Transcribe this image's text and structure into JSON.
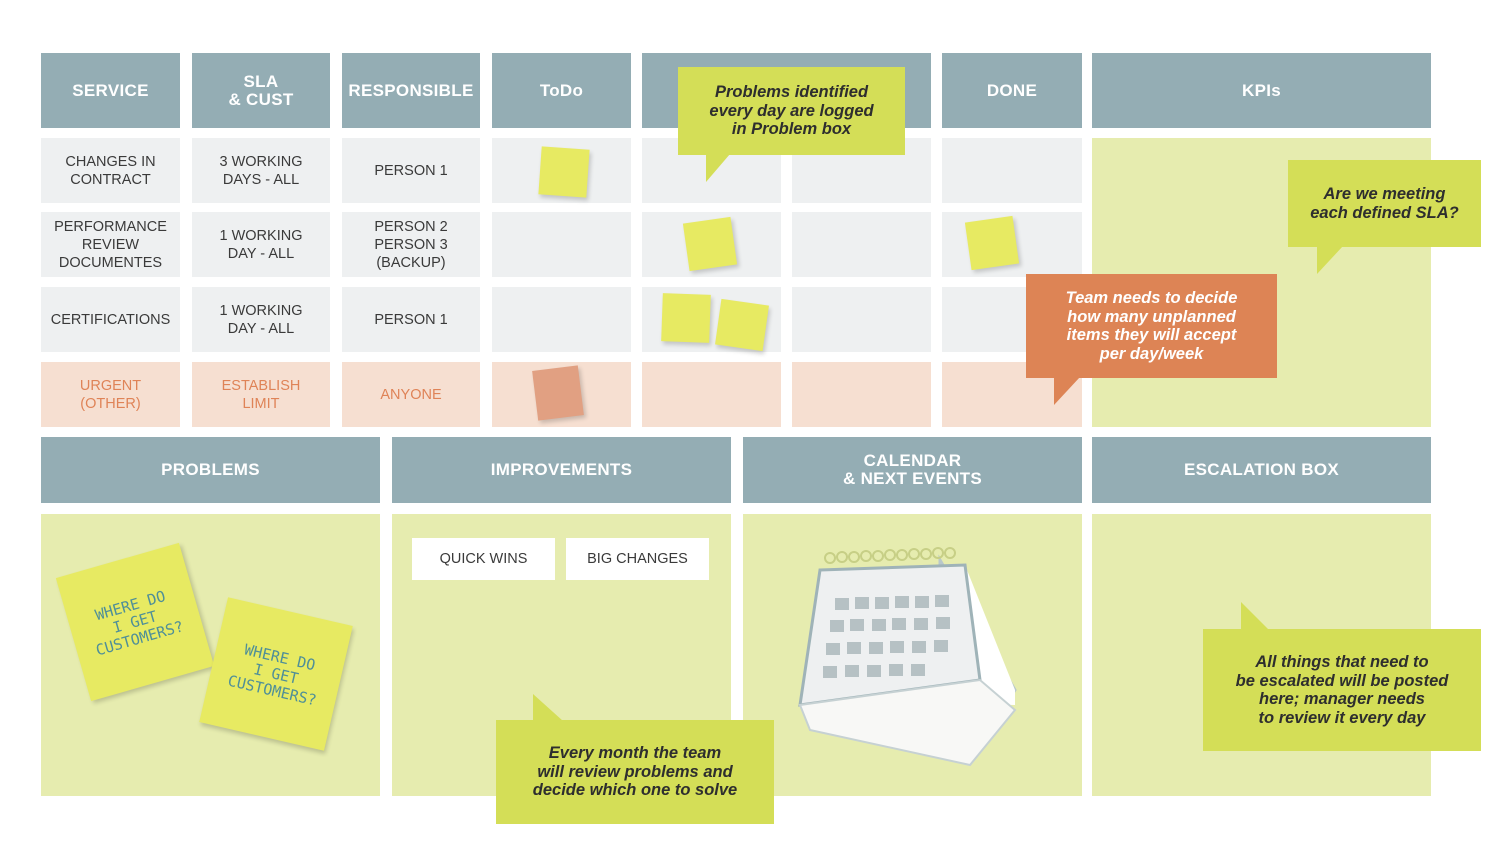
{
  "headers": {
    "service": "SERVICE",
    "sla": "SLA\n& CUST",
    "responsible": "RESPONSIBLE",
    "todo": "ToDo",
    "done": "DONE",
    "kpis": "KPIs"
  },
  "rows": [
    {
      "service": "CHANGES IN\nCONTRACT",
      "sla": "3 WORKING\nDAYS - ALL",
      "responsible": "PERSON 1"
    },
    {
      "service": "PERFORMANCE\nREVIEW\nDOCUMENTES",
      "sla": "1 WORKING\nDAY - ALL",
      "responsible": "PERSON 2\nPERSON 3\n(BACKUP)"
    },
    {
      "service": "CERTIFICATIONS",
      "sla": "1 WORKING\nDAY - ALL",
      "responsible": "PERSON 1"
    },
    {
      "service": "URGENT\n(OTHER)",
      "sla": "ESTABLISH\nLIMIT",
      "responsible": "ANYONE"
    }
  ],
  "sections": {
    "problems": "PROBLEMS",
    "improvements": "IMPROVEMENTS",
    "calendar": "CALENDAR\n& NEXT EVENTS",
    "escalation": "ESCALATION BOX"
  },
  "improvements": {
    "quick_wins": "QUICK WINS",
    "big_changes": "BIG CHANGES"
  },
  "sticky_notes": {
    "problem_1": "WHERE DO\nI GET\nCUSTOMERS?",
    "problem_2": "WHERE DO\nI GET\nCUSTOMERS?"
  },
  "callouts": {
    "problems_logged": "Problems identified\nevery day are logged\nin Problem box",
    "sla_question": "Are we meeting\neach defined SLA?",
    "unplanned": "Team needs to decide\nhow many unplanned\nitems they will accept\nper day/week",
    "monthly_review": "Every month the team\nwill review problems and\ndecide which one to solve",
    "escalation": "All things that need to\nbe escalated will be posted\nhere; manager needs\nto review it every day"
  },
  "colors": {
    "header": "#94adb4",
    "cell": "#eef0f1",
    "urgent_bg": "#f6dfd1",
    "urgent_text": "#df8357",
    "panel_green": "#e6ecaf",
    "callout_green": "#d4de57",
    "callout_orange": "#dd8455",
    "sticky_yellow": "#e7ea62",
    "sticky_orange": "#e1a082"
  }
}
